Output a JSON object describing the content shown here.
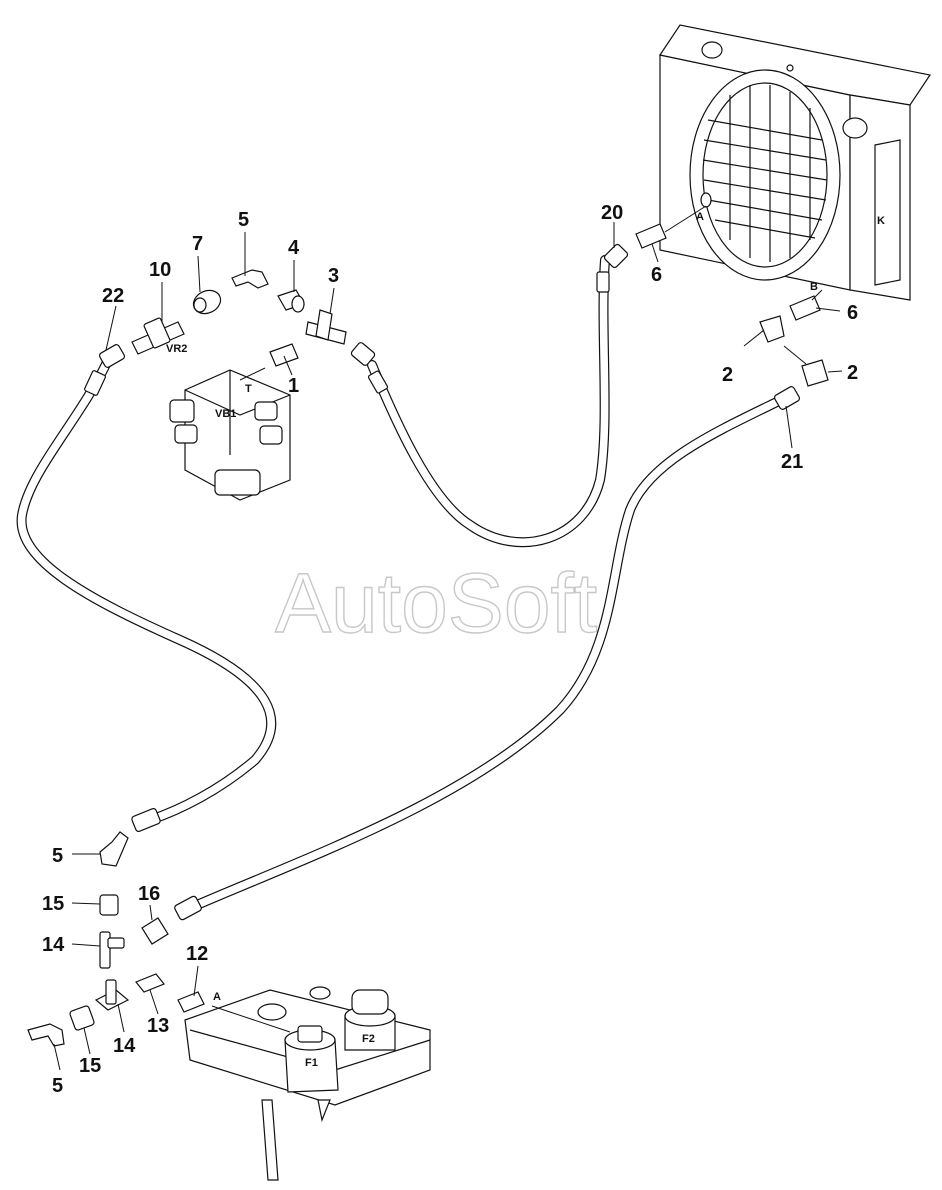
{
  "watermark": "AutoSoft",
  "callouts": [
    {
      "id": "c22",
      "label": "22"
    },
    {
      "id": "c10",
      "label": "10"
    },
    {
      "id": "c7",
      "label": "7"
    },
    {
      "id": "c5a",
      "label": "5"
    },
    {
      "id": "c4",
      "label": "4"
    },
    {
      "id": "c3",
      "label": "3"
    },
    {
      "id": "c1",
      "label": "1"
    },
    {
      "id": "c20",
      "label": "20"
    },
    {
      "id": "c6a",
      "label": "6"
    },
    {
      "id": "c6b",
      "label": "6"
    },
    {
      "id": "c2a",
      "label": "2"
    },
    {
      "id": "c2b",
      "label": "2"
    },
    {
      "id": "c21",
      "label": "21"
    },
    {
      "id": "c5b",
      "label": "5"
    },
    {
      "id": "c15a",
      "label": "15"
    },
    {
      "id": "c16",
      "label": "16"
    },
    {
      "id": "c14a",
      "label": "14"
    },
    {
      "id": "c12",
      "label": "12"
    },
    {
      "id": "c13",
      "label": "13"
    },
    {
      "id": "c14b",
      "label": "14"
    },
    {
      "id": "c15b",
      "label": "15"
    },
    {
      "id": "c5c",
      "label": "5"
    }
  ],
  "component_labels": {
    "vr2": "VR2",
    "vb1": "VB1",
    "t": "T",
    "a_top": "A",
    "b": "B",
    "k": "K",
    "a_bottom": "A",
    "f1": "F1",
    "f2": "F2"
  }
}
